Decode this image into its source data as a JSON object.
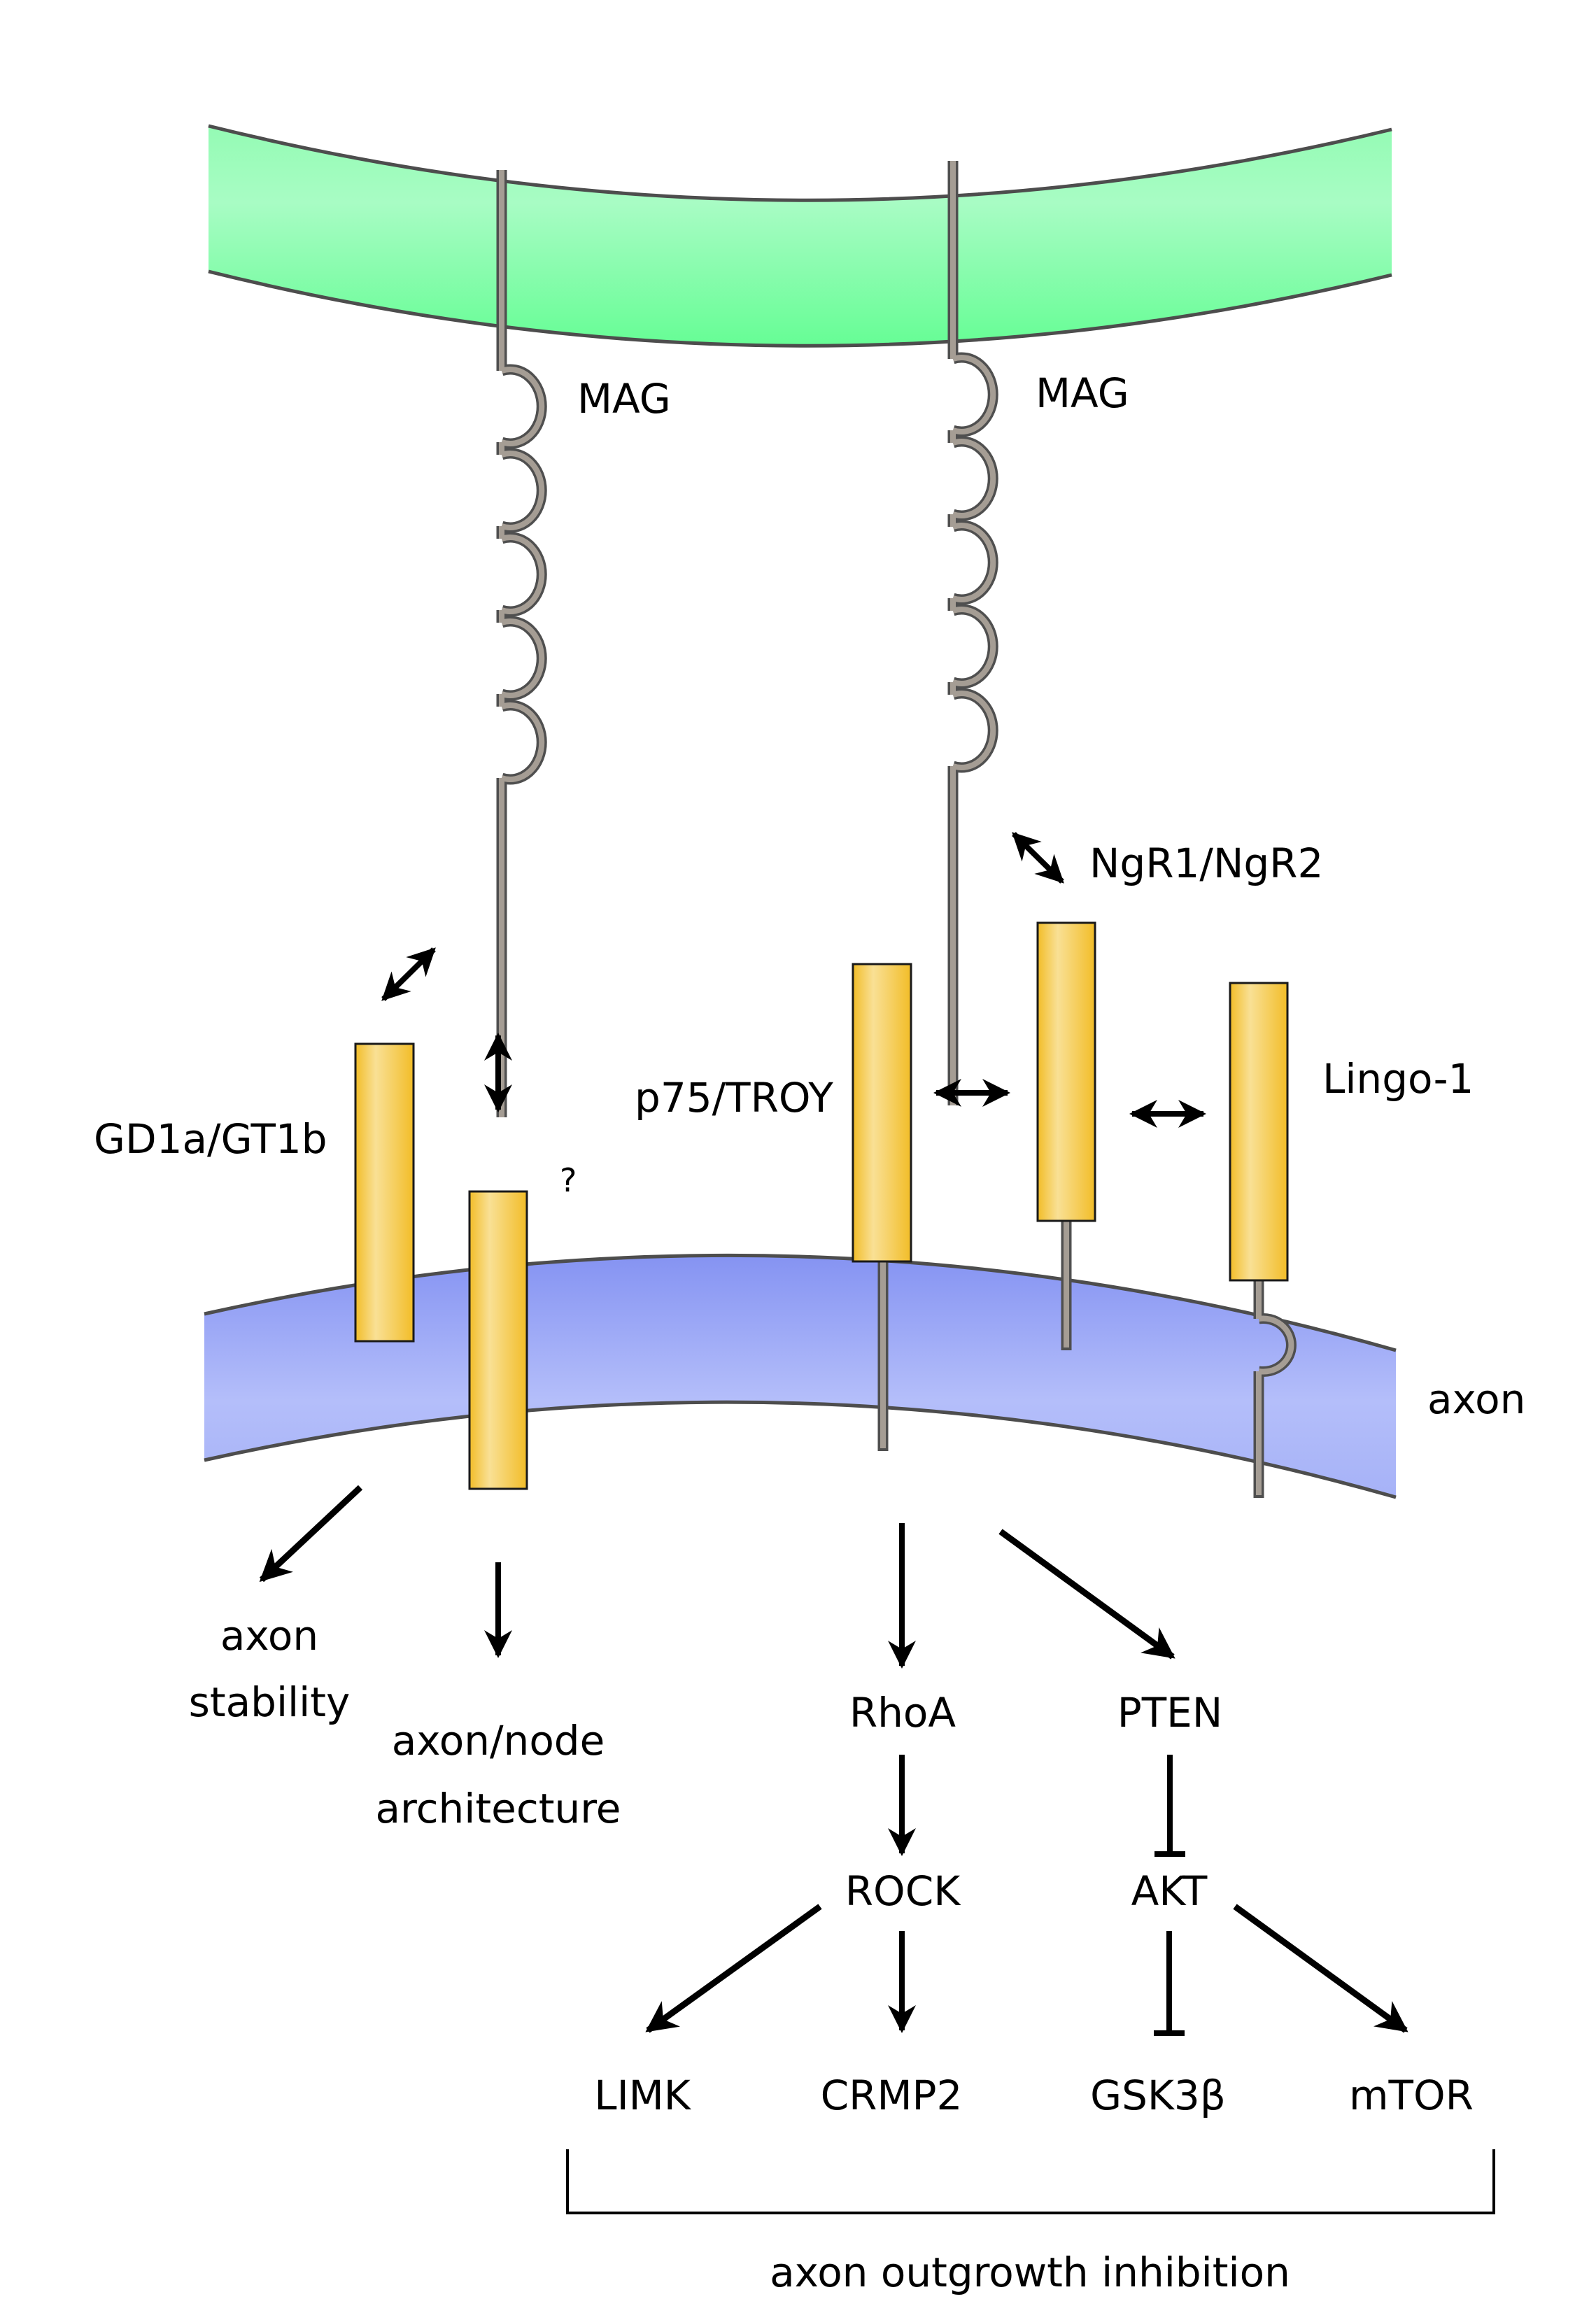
{
  "figure": {
    "title": "MAG signaling at the axon-myelin interface"
  },
  "colors": {
    "myelin_membrane_top": "#a7fbc2",
    "myelin_membrane_bottom": "#66fd95",
    "axon_membrane_top": "#8593f2",
    "axon_membrane_bottom": "#b4befa",
    "receptor_light": "#f9e095",
    "receptor_dark": "#f2bd28",
    "stalk_fill": "#a59d94",
    "outline": "#4d4d4d",
    "text": "#000000"
  },
  "labels": {
    "mag_left": "MAG",
    "mag_right": "MAG",
    "ngr": "NgR1/NgR2",
    "gangliosides": "GD1a/GT1b",
    "unknown_receptor": "?",
    "p75": "p75/TROY",
    "lingo": "Lingo-1",
    "axon": "axon"
  },
  "outcomes": {
    "axon_stability_line1": "axon",
    "axon_stability_line2": "stability",
    "node_arch_line1": "axon/node",
    "node_arch_line2": "architecture"
  },
  "pathway": {
    "rhoa": "RhoA",
    "pten": "PTEN",
    "rock": "ROCK",
    "akt": "AKT",
    "limk": "LIMK",
    "crmp2": "CRMP2",
    "gsk3b": "GSK3β",
    "mtor": "mTOR",
    "summary": "axon outgrowth inhibition"
  },
  "edges": [
    {
      "from": "RhoA",
      "to": "ROCK",
      "type": "activation"
    },
    {
      "from": "PTEN",
      "to": "AKT",
      "type": "inhibition"
    },
    {
      "from": "ROCK",
      "to": "LIMK",
      "type": "activation"
    },
    {
      "from": "ROCK",
      "to": "CRMP2",
      "type": "activation"
    },
    {
      "from": "AKT",
      "to": "GSK3β",
      "type": "inhibition"
    },
    {
      "from": "AKT",
      "to": "mTOR",
      "type": "activation"
    },
    {
      "from": "receptor complex",
      "to": "RhoA",
      "type": "activation"
    },
    {
      "from": "receptor complex",
      "to": "PTEN",
      "type": "activation"
    },
    {
      "from": "GD1a/GT1b",
      "to": "axon stability",
      "type": "activation"
    },
    {
      "from": "?",
      "to": "axon/node architecture",
      "type": "activation"
    }
  ]
}
